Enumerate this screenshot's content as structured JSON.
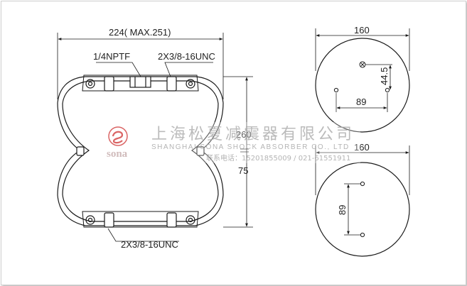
{
  "front_view": {
    "width_dim": "224( MAX.251)",
    "top_port_label": "1/4NPTF",
    "top_stud_label": "2X3/8-16UNC",
    "height_dim": "260",
    "min_height_dim": "75",
    "bottom_stud_label": "2X3/8-16UNC"
  },
  "top_plate": {
    "diameter_dim": "160",
    "vertical_offset_dim": "44.5",
    "hole_spacing_dim": "89"
  },
  "bottom_plate": {
    "diameter_dim": "160",
    "hole_spacing_dim": "89"
  },
  "watermark": {
    "brand": "sona",
    "company_cn": "上海松夏减震器有限公司",
    "company_en": "SHANGHAI SONA SHOCK ABSORBER CO., LTD",
    "contact": "联系电话：15201855009 / 021-61551911"
  },
  "colors": {
    "line": "#1a1a1a",
    "watermark_red": "#d44a4a",
    "watermark_gray": "#b0b0b0"
  }
}
